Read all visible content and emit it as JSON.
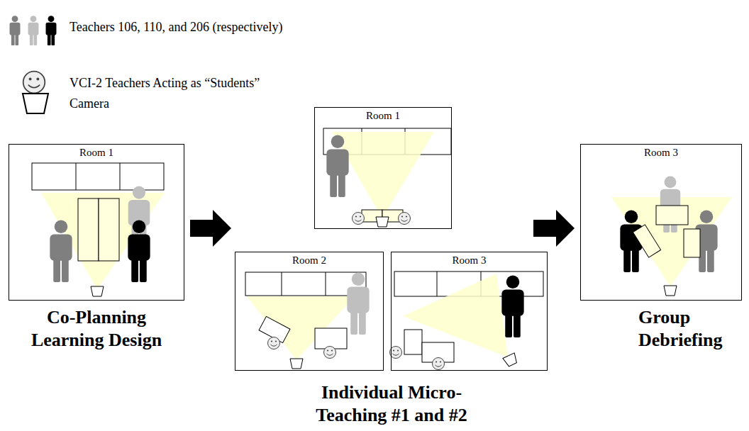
{
  "diagram": {
    "nodes": [
      {
        "text": [
          "Room 1"
        ]
      },
      {
        "text": [
          "Room 1"
        ]
      },
      {
        "text": [
          "Room 2"
        ]
      },
      {
        "text": [
          "Room 3"
        ]
      },
      {
        "text": [
          "Room 3"
        ]
      }
    ],
    "labels": [
      "Co-Planning Learning Design",
      "Individual Micro-Teaching #1 and #2",
      "Group Debriefing"
    ],
    "legend": [
      {
        "text": "Teachers 106, 110, and 206 (respectively)"
      },
      {
        "text": "VCI-2 Teachers Acting as “Students”"
      },
      {
        "text": "Camera"
      }
    ]
  }
}
